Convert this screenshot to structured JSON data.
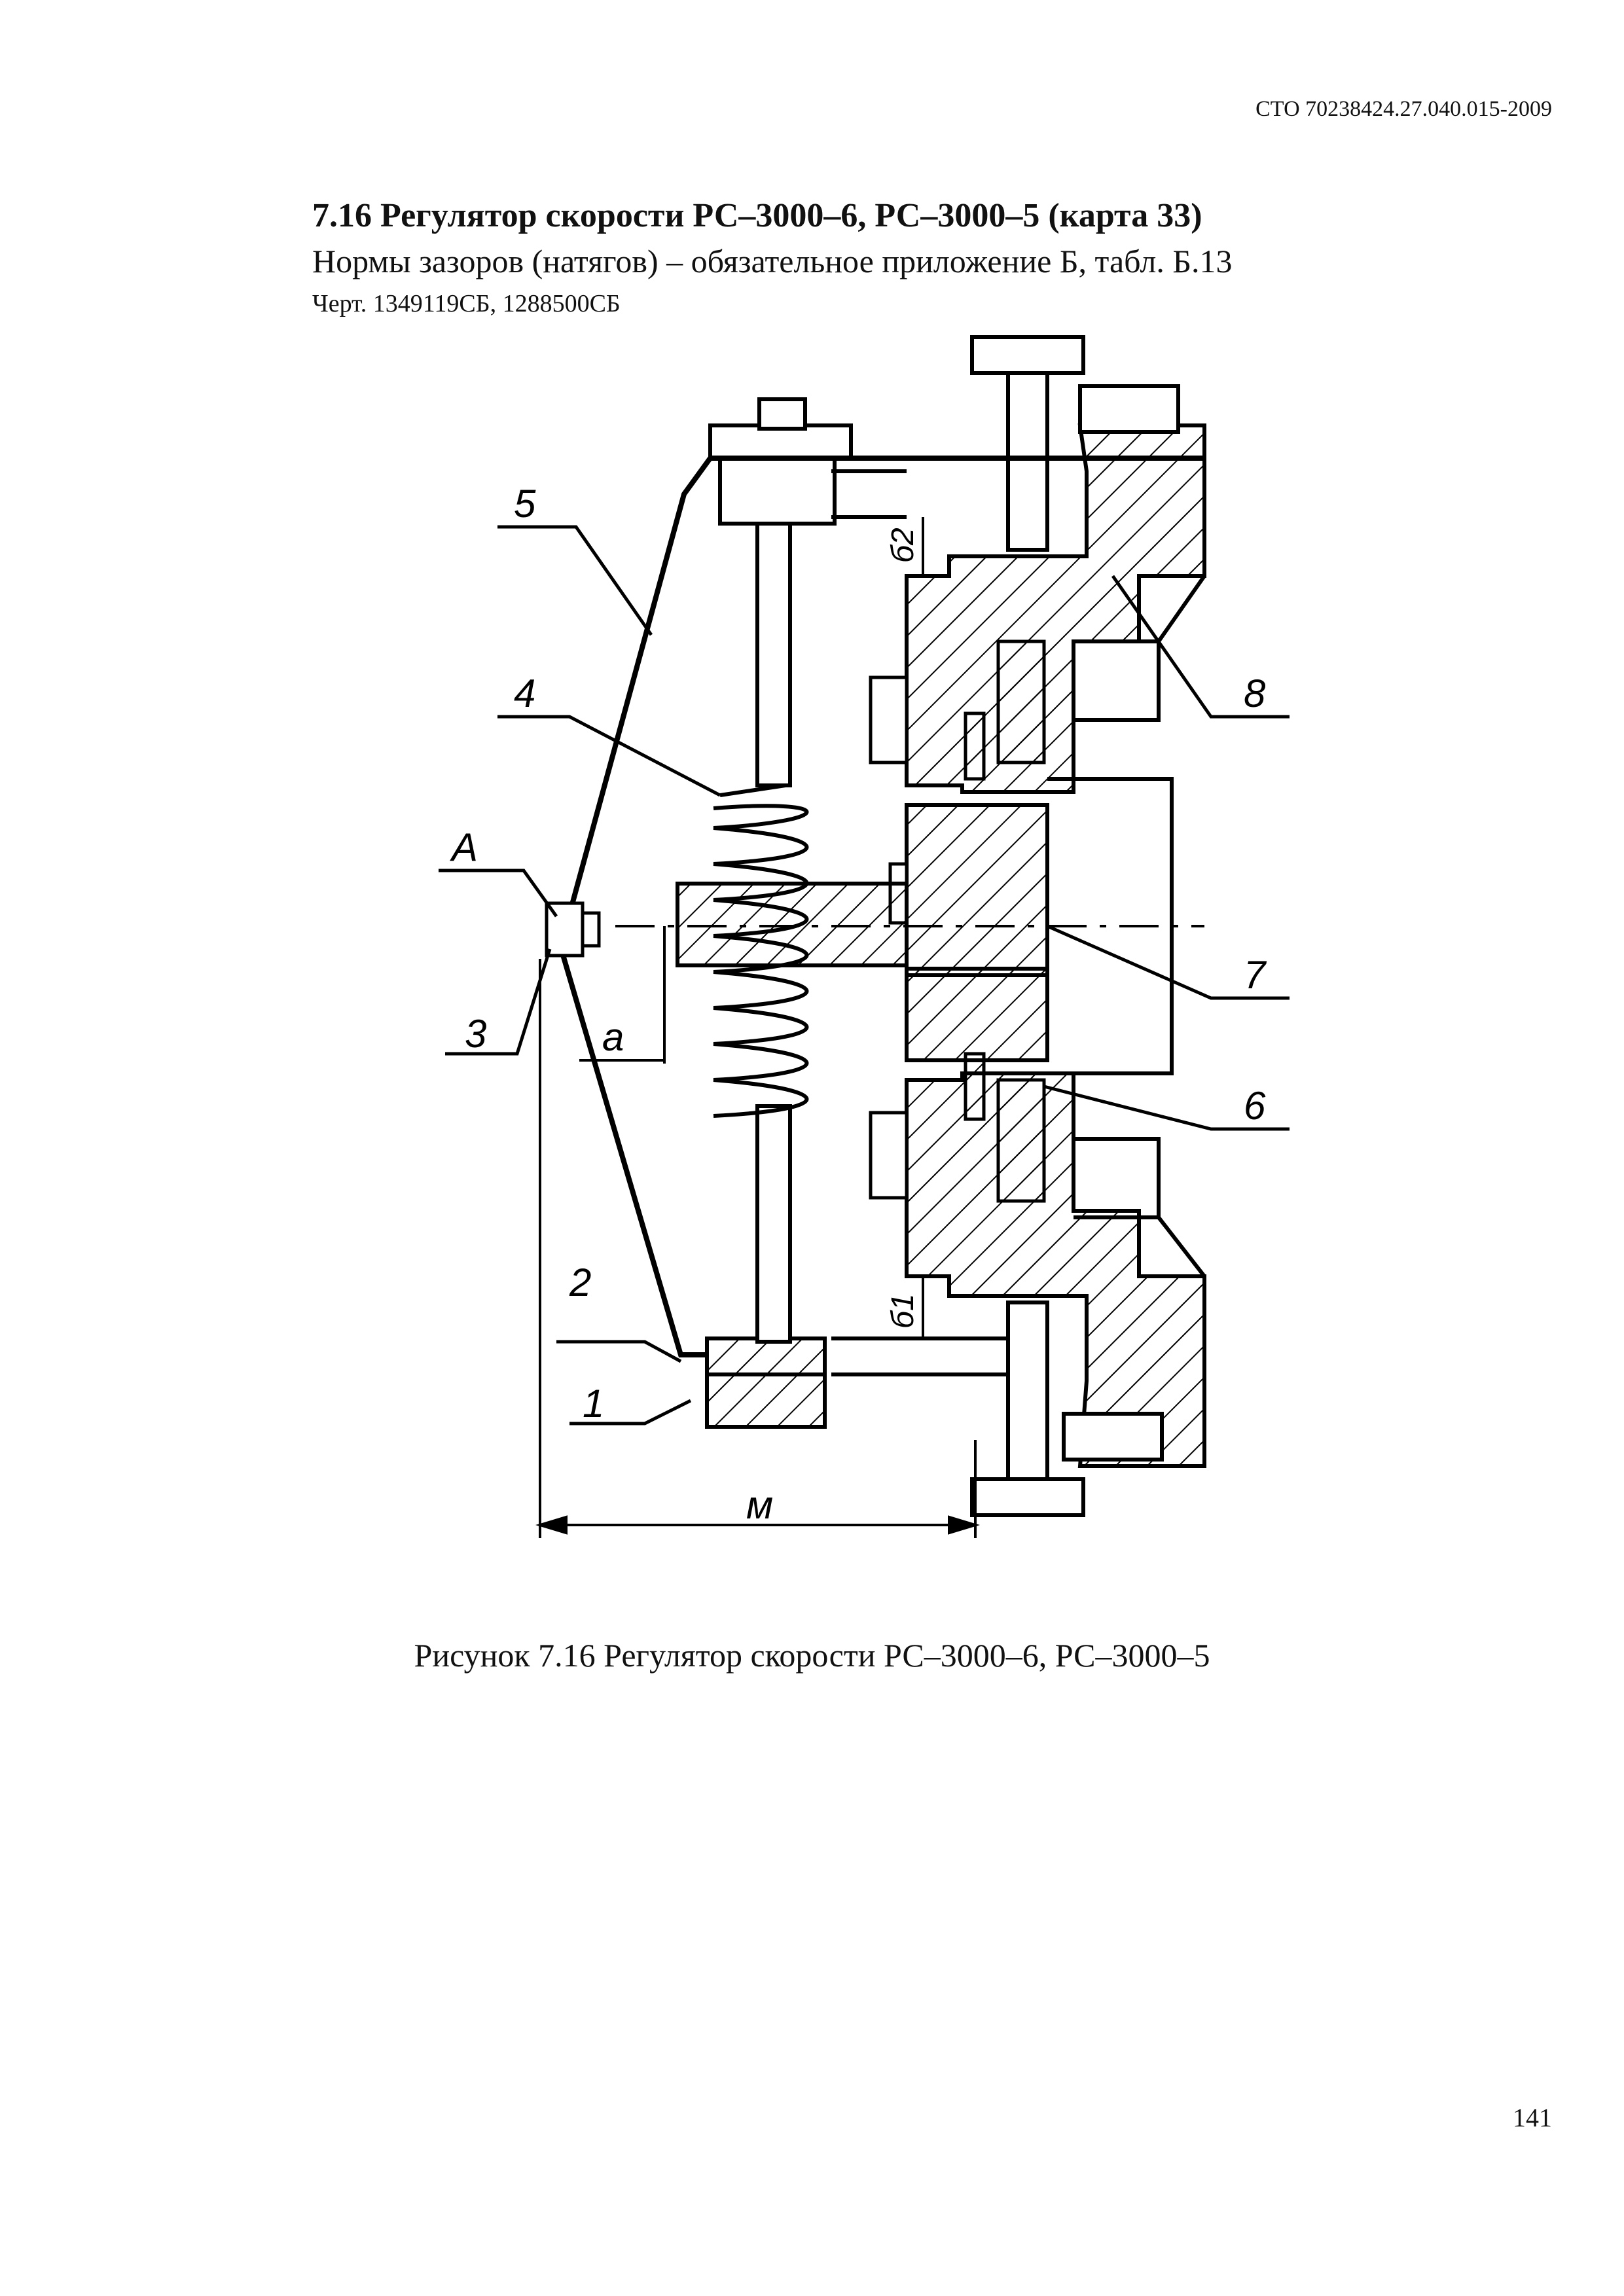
{
  "header": {
    "doc_code": "СТО 70238424.27.040.015-2009"
  },
  "section": {
    "heading": "7.16 Регулятор скорости РС–3000–6, РС–3000–5   (карта 33)",
    "norms": "Нормы зазоров (натягов) – обязательное приложение Б, табл. Б.13",
    "drawing_ref": "Черт. 1349119СБ, 1288500СБ"
  },
  "figure": {
    "labels": {
      "p1": "1",
      "p2": "2",
      "p3": "3",
      "p4": "4",
      "p5": "5",
      "p6": "6",
      "p7": "7",
      "p8": "8",
      "a_label": "А",
      "gap_a": "а",
      "dim_m": "м",
      "gap_b1": "б1",
      "gap_b2": "б2"
    },
    "caption": "Рисунок 7.16 Регулятор скорости РС–3000–6, РС–3000–5"
  },
  "footer": {
    "page_number": "141"
  }
}
